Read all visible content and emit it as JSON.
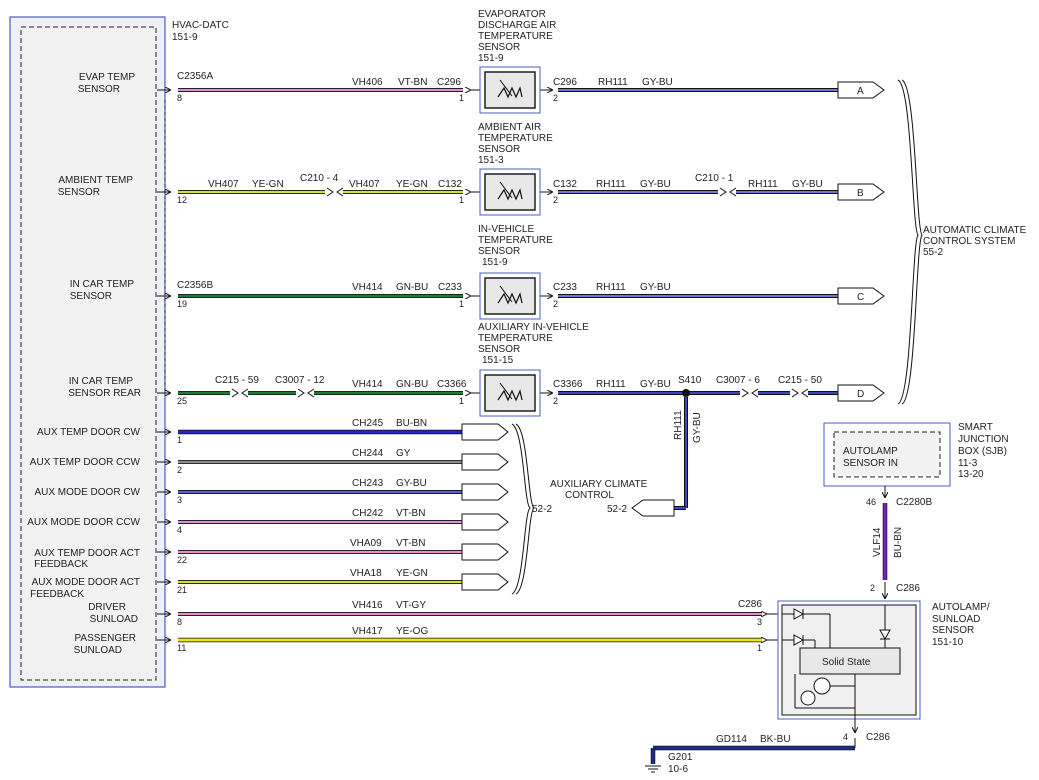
{
  "module": {
    "title_line1": "HVAC-DATC",
    "title_line2": "151-9",
    "pins": [
      {
        "id": "evap",
        "l1": "EVAP TEMP",
        "l2": "SENSOR"
      },
      {
        "id": "ambient",
        "l1": "AMBIENT TEMP",
        "l2": "SENSOR"
      },
      {
        "id": "incar",
        "l1": "IN CAR TEMP",
        "l2": "SENSOR"
      },
      {
        "id": "incar-rear",
        "l1": "IN CAR TEMP",
        "l2": "SENSOR REAR"
      },
      {
        "id": "aux-temp-cw",
        "l1": "AUX TEMP DOOR CW",
        "l2": ""
      },
      {
        "id": "aux-temp-ccw",
        "l1": "AUX TEMP DOOR CCW",
        "l2": ""
      },
      {
        "id": "aux-mode-cw",
        "l1": "AUX MODE DOOR CW",
        "l2": ""
      },
      {
        "id": "aux-mode-ccw",
        "l1": "AUX MODE DOOR CCW",
        "l2": ""
      },
      {
        "id": "aux-temp-fb",
        "l1": "AUX TEMP DOOR ACT",
        "l2": "FEEDBACK"
      },
      {
        "id": "aux-mode-fb",
        "l1": "AUX MODE DOOR ACT",
        "l2": "FEEDBACK"
      },
      {
        "id": "driver-sunload",
        "l1": "DRIVER",
        "l2": "SUNLOAD"
      },
      {
        "id": "pass-sunload",
        "l1": "PASSENGER",
        "l2": "SUNLOAD"
      }
    ]
  },
  "sensors": [
    {
      "l1": "EVAPORATOR",
      "l2": "DISCHARGE AIR",
      "l3": "TEMPERATURE",
      "l4": "SENSOR",
      "l5": "151-9"
    },
    {
      "l1": "AMBIENT AIR",
      "l2": "TEMPERATURE",
      "l3": "SENSOR",
      "l4": "151-3"
    },
    {
      "l1": "IN-VEHICLE",
      "l2": "TEMPERATURE",
      "l3": "SENSOR",
      "l4": "151-9"
    },
    {
      "l1": "AUXILIARY IN-VEHICLE",
      "l2": "TEMPERATURE",
      "l3": "SENSOR",
      "l4": "151-15"
    }
  ],
  "wires": {
    "evap": {
      "conn": "C2356A",
      "pin": "8",
      "circuit": "VH406",
      "color": "VT-BN",
      "sensor_conn": "C296",
      "pin1": "1",
      "out_conn": "C296",
      "pin2": "2",
      "out_circuit": "RH111",
      "out_color": "GY-BU",
      "dest": "A"
    },
    "ambient": {
      "pin": "12",
      "circuit_a": "VH407",
      "color_a": "YE-GN",
      "inline": "C210 - 4",
      "circuit_b": "VH407",
      "color_b": "YE-GN",
      "sensor_conn": "C132",
      "pin1": "1",
      "out_conn": "C132",
      "pin2": "2",
      "out_circuit": "RH111",
      "out_color": "GY-BU",
      "inline2": "C210 - 1",
      "out_circuit2": "RH111",
      "out_color2": "GY-BU",
      "dest": "B"
    },
    "incar": {
      "conn": "C2356B",
      "pin": "19",
      "circuit": "VH414",
      "color": "GN-BU",
      "sensor_conn": "C233",
      "pin1": "1",
      "out_conn": "C233",
      "pin2": "2",
      "out_circuit": "RH111",
      "out_color": "GY-BU",
      "dest": "C"
    },
    "rear": {
      "pin": "25",
      "inline1": "C215 - 59",
      "inline2": "C3007 - 12",
      "circuit": "VH414",
      "color": "GN-BU",
      "sensor_conn": "C3366",
      "pin1": "1",
      "out_conn": "C3366",
      "pin2": "2",
      "out_circuit": "RH111",
      "out_color": "GY-BU",
      "splice": "S410",
      "inline3": "C3007 - 6",
      "inline4": "C215 - 50",
      "dest": "D"
    },
    "aux": [
      {
        "pin": "1",
        "circuit": "CH245",
        "color": "BU-BN"
      },
      {
        "pin": "2",
        "circuit": "CH244",
        "color": "GY"
      },
      {
        "pin": "3",
        "circuit": "CH243",
        "color": "GY-BU"
      },
      {
        "pin": "4",
        "circuit": "CH242",
        "color": "VT-BN"
      },
      {
        "pin": "22",
        "circuit": "VHA09",
        "color": "VT-BN"
      },
      {
        "pin": "21",
        "circuit": "VHA18",
        "color": "YE-GN"
      }
    ],
    "aux_ref": "52-2",
    "driver": {
      "pin": "8",
      "circuit": "VH416",
      "color": "VT-GY",
      "conn": "C286",
      "pin_r": "3"
    },
    "passenger": {
      "pin": "11",
      "circuit": "VH417",
      "color": "YE-OG",
      "pin_r": "1"
    }
  },
  "splice_branch": {
    "circuit": "RH111",
    "color": "GY-BU",
    "label_l1": "AUXILIARY CLIMATE",
    "label_l2": "CONTROL",
    "ref": "52-2"
  },
  "acs": {
    "l1": "AUTOMATIC CLIMATE",
    "l2": "CONTROL SYSTEM",
    "l3": "55-2"
  },
  "sjb": {
    "l1": "SMART",
    "l2": "JUNCTION",
    "l3": "BOX (SJB)",
    "l4": "11-3",
    "l5": "13-20",
    "inner1": "AUTOLAMP",
    "inner2": "SENSOR IN",
    "pin": "46",
    "conn": "C2280B",
    "circuit": "VLF14",
    "color": "BU-BN"
  },
  "sunload": {
    "pin_top": "2",
    "conn_top": "C286",
    "l1": "AUTOLAMP/",
    "l2": "SUNLOAD",
    "l3": "SENSOR",
    "l4": "151-10",
    "solid_state": "Solid State",
    "pin_bot": "4",
    "conn_bot": "C286"
  },
  "ground": {
    "circuit": "GD114",
    "color": "BK-BU",
    "name": "G201",
    "ref": "10-6"
  }
}
